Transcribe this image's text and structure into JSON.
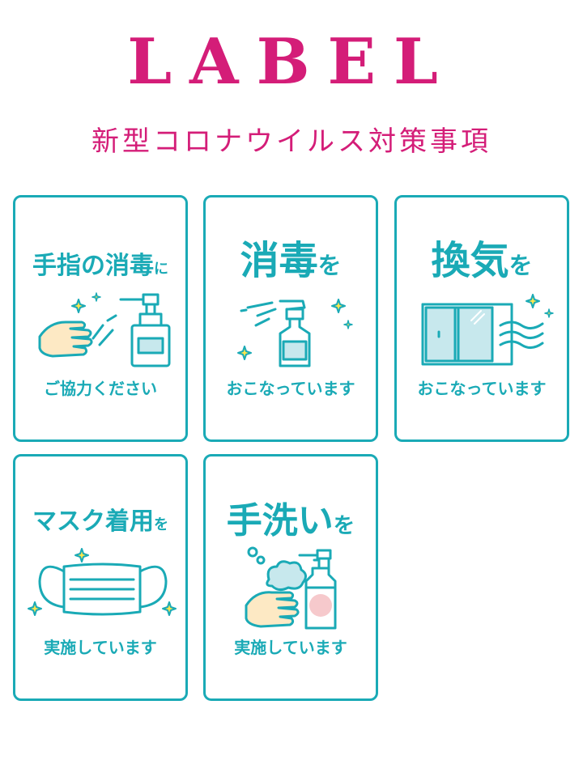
{
  "header": {
    "logo": "LABEL",
    "subtitle": "新型コロナウイルス対策事項"
  },
  "cards": [
    {
      "title_main": "手指の消毒",
      "title_small": "に",
      "caption": "ご協力ください",
      "icon": "hand-sanitizer-icon"
    },
    {
      "title_main": "消毒",
      "title_small": "を",
      "caption": "おこなっています",
      "icon": "spray-bottle-icon"
    },
    {
      "title_main": "換気",
      "title_small": "を",
      "caption": "おこなっています",
      "icon": "open-window-icon"
    },
    {
      "title_main": "マスク着用",
      "title_small": "を",
      "caption": "実施しています",
      "icon": "face-mask-icon"
    },
    {
      "title_main": "手洗い",
      "title_small": "を",
      "caption": "実施しています",
      "icon": "handwash-soap-icon"
    }
  ],
  "colors": {
    "brand": "#d41d78",
    "accent": "#1aaab6",
    "skin": "#fde9c4",
    "window_glass": "#c7e8ed",
    "soap_dot": "#f6c9cc"
  }
}
